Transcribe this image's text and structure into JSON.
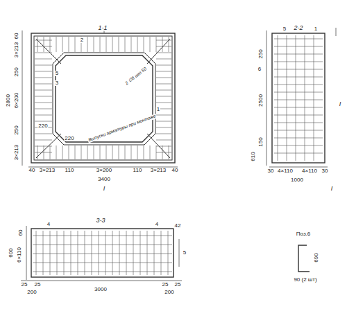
{
  "diagram": {
    "labels": [
      "1-1",
      "2",
      "5",
      "3",
      "2 ∅8 шт 50",
      "1",
      "Выпуски арматуры при монтаже",
      "60",
      "3×213",
      "250",
      "6×200",
      "250",
      "3×213",
      "2800",
      "220",
      "220",
      "40",
      "3×213",
      "110",
      "3×200",
      "110",
      "3×213",
      "40",
      "3400",
      "I",
      "2-2",
      "5",
      "1",
      "6",
      "250",
      "2500",
      "150",
      "610",
      "30",
      "4×110",
      "4×110",
      "30",
      "1000",
      "I",
      "I",
      "3-3",
      "4",
      "4",
      "60",
      "6×110",
      "600",
      "42",
      "5",
      "25",
      "25",
      "200",
      "3000",
      "200",
      "25",
      "25",
      "Поз.6",
      "690",
      "90 (2 шт)"
    ]
  }
}
